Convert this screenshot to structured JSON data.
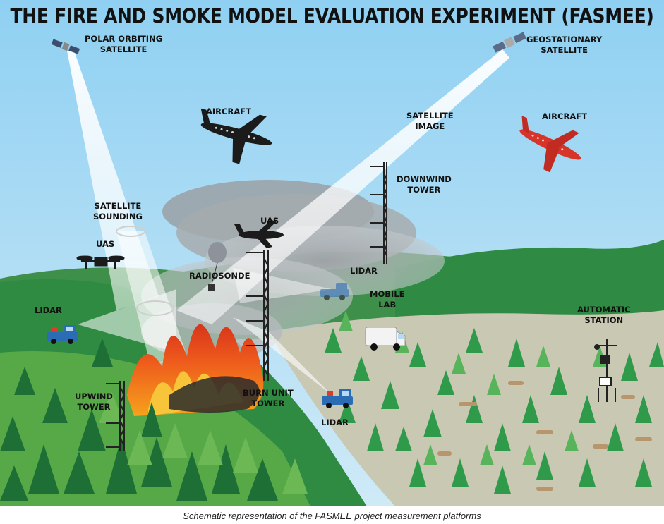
{
  "title": "THE FIRE AND SMOKE MODEL EVALUATION EXPERIMENT (FASMEE)",
  "caption": "Schematic representation of the FASMEE project measurement platforms",
  "labels": {
    "polar_satellite": [
      "POLAR ORBITING",
      "SATELLITE"
    ],
    "geo_satellite": [
      "GEOSTATIONARY",
      "SATELLITE"
    ],
    "aircraft_left": "AIRCRAFT",
    "aircraft_right": "AIRCRAFT",
    "satellite_image": [
      "SATELLITE",
      "IMAGE"
    ],
    "satellite_sounding": [
      "SATELLITE",
      "SOUNDING"
    ],
    "downwind_tower": [
      "DOWNWIND",
      "TOWER"
    ],
    "uas_left": "UAS",
    "uas_center": "UAS",
    "radiosonde": "RADIOSONDE",
    "lidar_left": "LIDAR",
    "lidar_center": "LIDAR",
    "lidar_bottom": "LIDAR",
    "mobile_lab": [
      "MOBILE",
      "LAB"
    ],
    "automatic_station": [
      "AUTOMATIC",
      "STATION"
    ],
    "upwind_tower": [
      "UPWIND",
      "TOWER"
    ],
    "burn_unit_tower": [
      "BURN UNIT",
      "TOWER"
    ]
  },
  "colors": {
    "sky": "#a9d9f3",
    "forest_dark": "#1f7a3c",
    "forest_light": "#5fae46",
    "clearing": "#c9c9b4",
    "smoke": "#b8bcbe",
    "fire": "#ef6a1e",
    "aircraft_red": "#d8352a",
    "truck_blue": "#2a6db5"
  }
}
